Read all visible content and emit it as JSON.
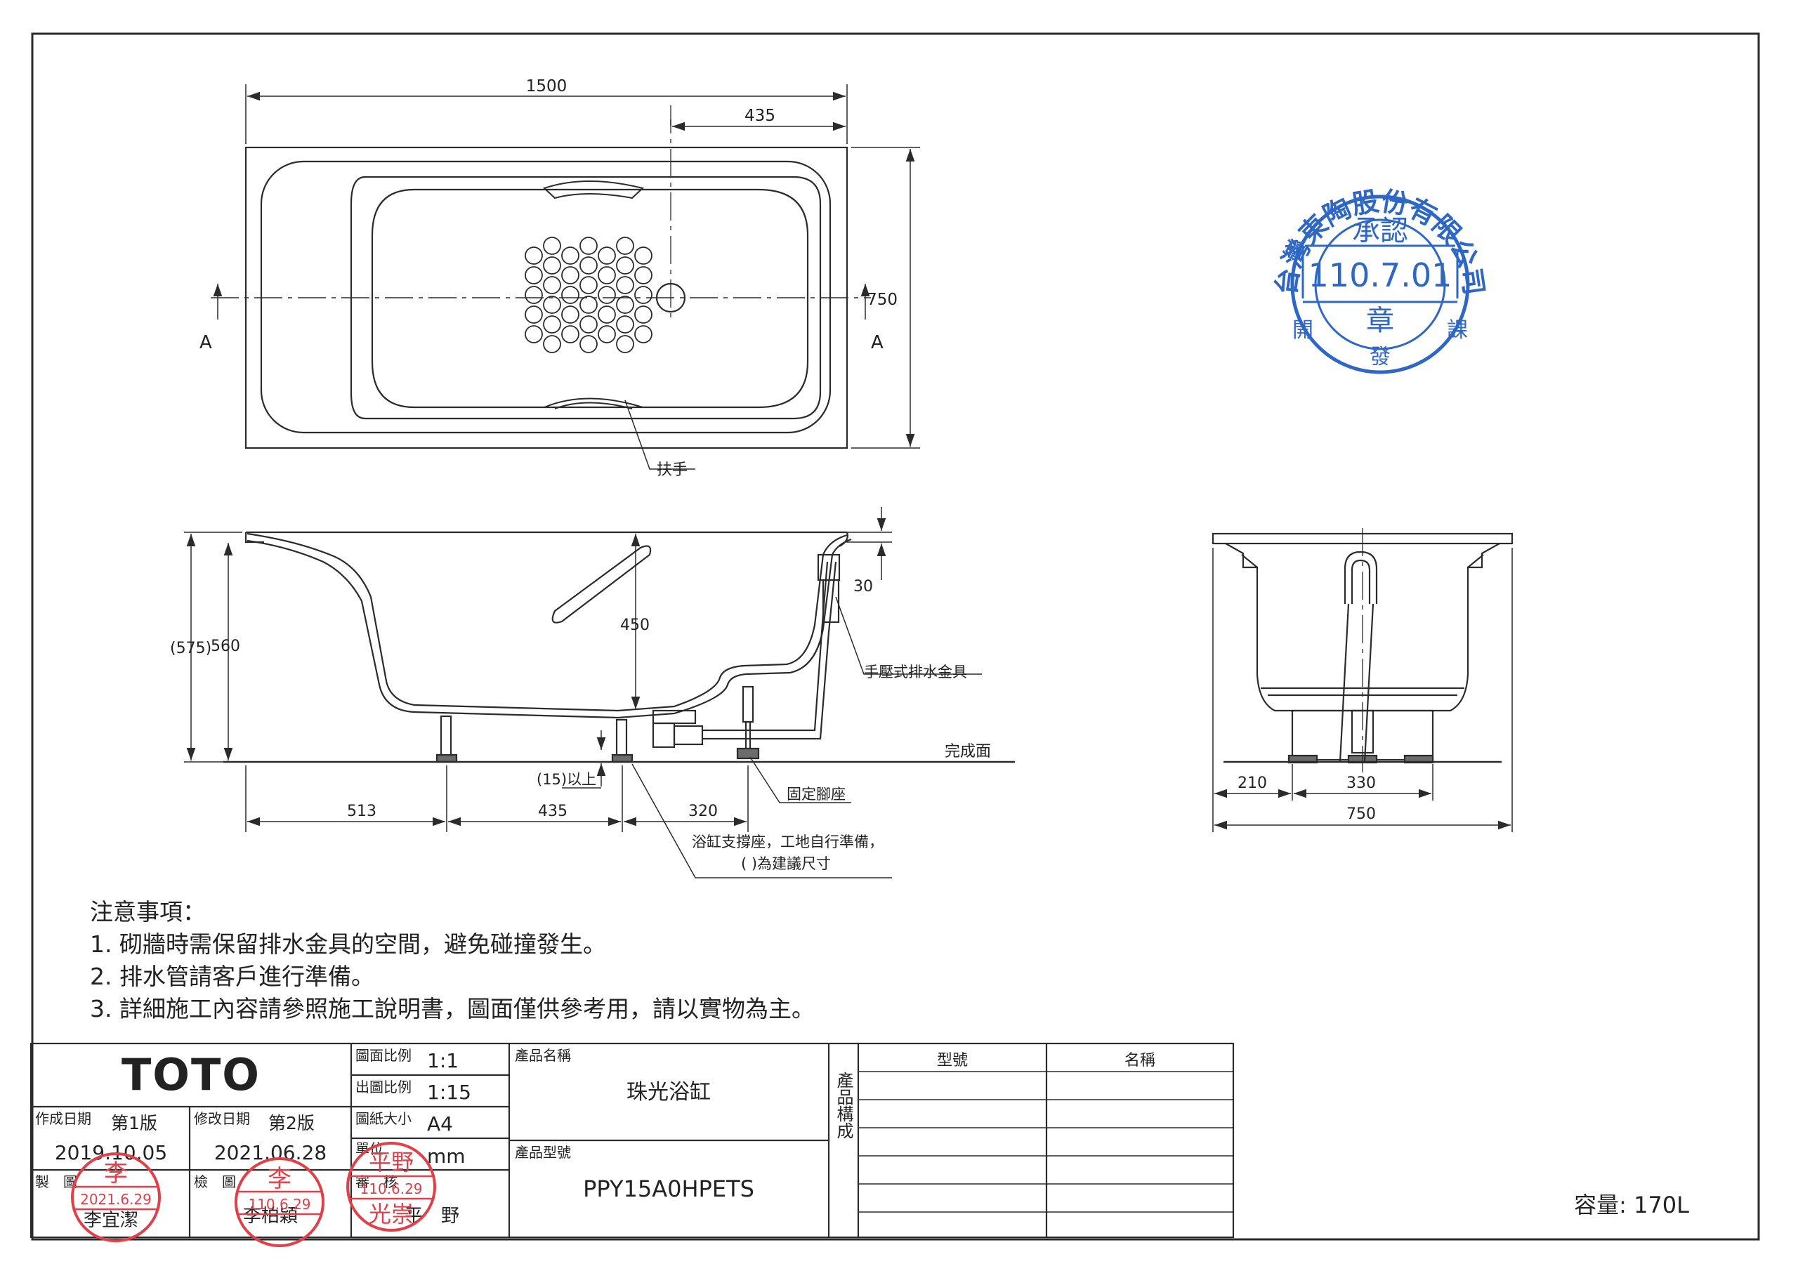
{
  "dims": {
    "top_width": "1500",
    "top_drain_offset": "435",
    "top_depth": "750",
    "section_a": "A",
    "side_height_total": "(575)",
    "side_height": "560",
    "side_depth": "450",
    "side_rim": "30",
    "side_gap": "(15)以上",
    "side_513": "513",
    "side_435": "435",
    "side_320": "320",
    "end_210": "210",
    "end_330": "330",
    "end_750": "750"
  },
  "callouts": {
    "handle": "扶手",
    "drain_fitting": "手壓式排水金具",
    "finished_floor": "完成面",
    "fixed_foot": "固定腳座",
    "support_line1": "浴缸支撐座，工地自行準備，",
    "support_line2": "(   )為建議尺寸"
  },
  "notes": {
    "title": "注意事項：",
    "items": [
      "1. 砌牆時需保留排水金具的空間，避免碰撞發生。",
      "2. 排水管請客戶進行準備。",
      "3. 詳細施工內容請參照施工說明書，圖面僅供參考用，請以實物為主。"
    ]
  },
  "title_block": {
    "brand": "TOTO",
    "created_label": "作成日期",
    "created_version": "第1版",
    "created_date": "2019.10.05",
    "revised_label": "修改日期",
    "revised_version": "第2版",
    "revised_date": "2021.06.28",
    "drawn_label": "製　圖",
    "drawn_name": "李宜潔",
    "checked_label": "檢　圖",
    "checked_name": "李柏穎",
    "approved_label": "審　核",
    "approved_name": "平　野",
    "scale_label": "圖面比例",
    "scale_value": "1:1",
    "print_scale_label": "出圖比例",
    "print_scale_value": "1:15",
    "paper_label": "圖紙大小",
    "paper_value": "A4",
    "unit_label": "單位",
    "unit_value": "mm",
    "product_name_label": "產品名稱",
    "product_name": "珠光浴缸",
    "product_model_label": "產品型號",
    "product_model": "PPY15A0HPETS",
    "composition_label": "產品構成",
    "model_col": "型號",
    "name_col": "名稱",
    "capacity": "容量: 170L"
  },
  "stamps": {
    "blue_arc": "台灣東陶股份有限公司",
    "blue_word": "承認",
    "blue_date": "110.7.01",
    "blue_word2": "章",
    "blue_left": "開",
    "blue_right": "課",
    "blue_bottom": "發",
    "red1_name": "李",
    "red1_date": "2021.6.29",
    "red2_name": "李",
    "red2_date": "110.6.29",
    "red3_name": "平野",
    "red3_date": "110.6.29",
    "red3_given": "光崇"
  },
  "colors": {
    "line": "#2b2b2b",
    "stamp_blue": "#2f67c4",
    "stamp_red": "#e0404a"
  }
}
